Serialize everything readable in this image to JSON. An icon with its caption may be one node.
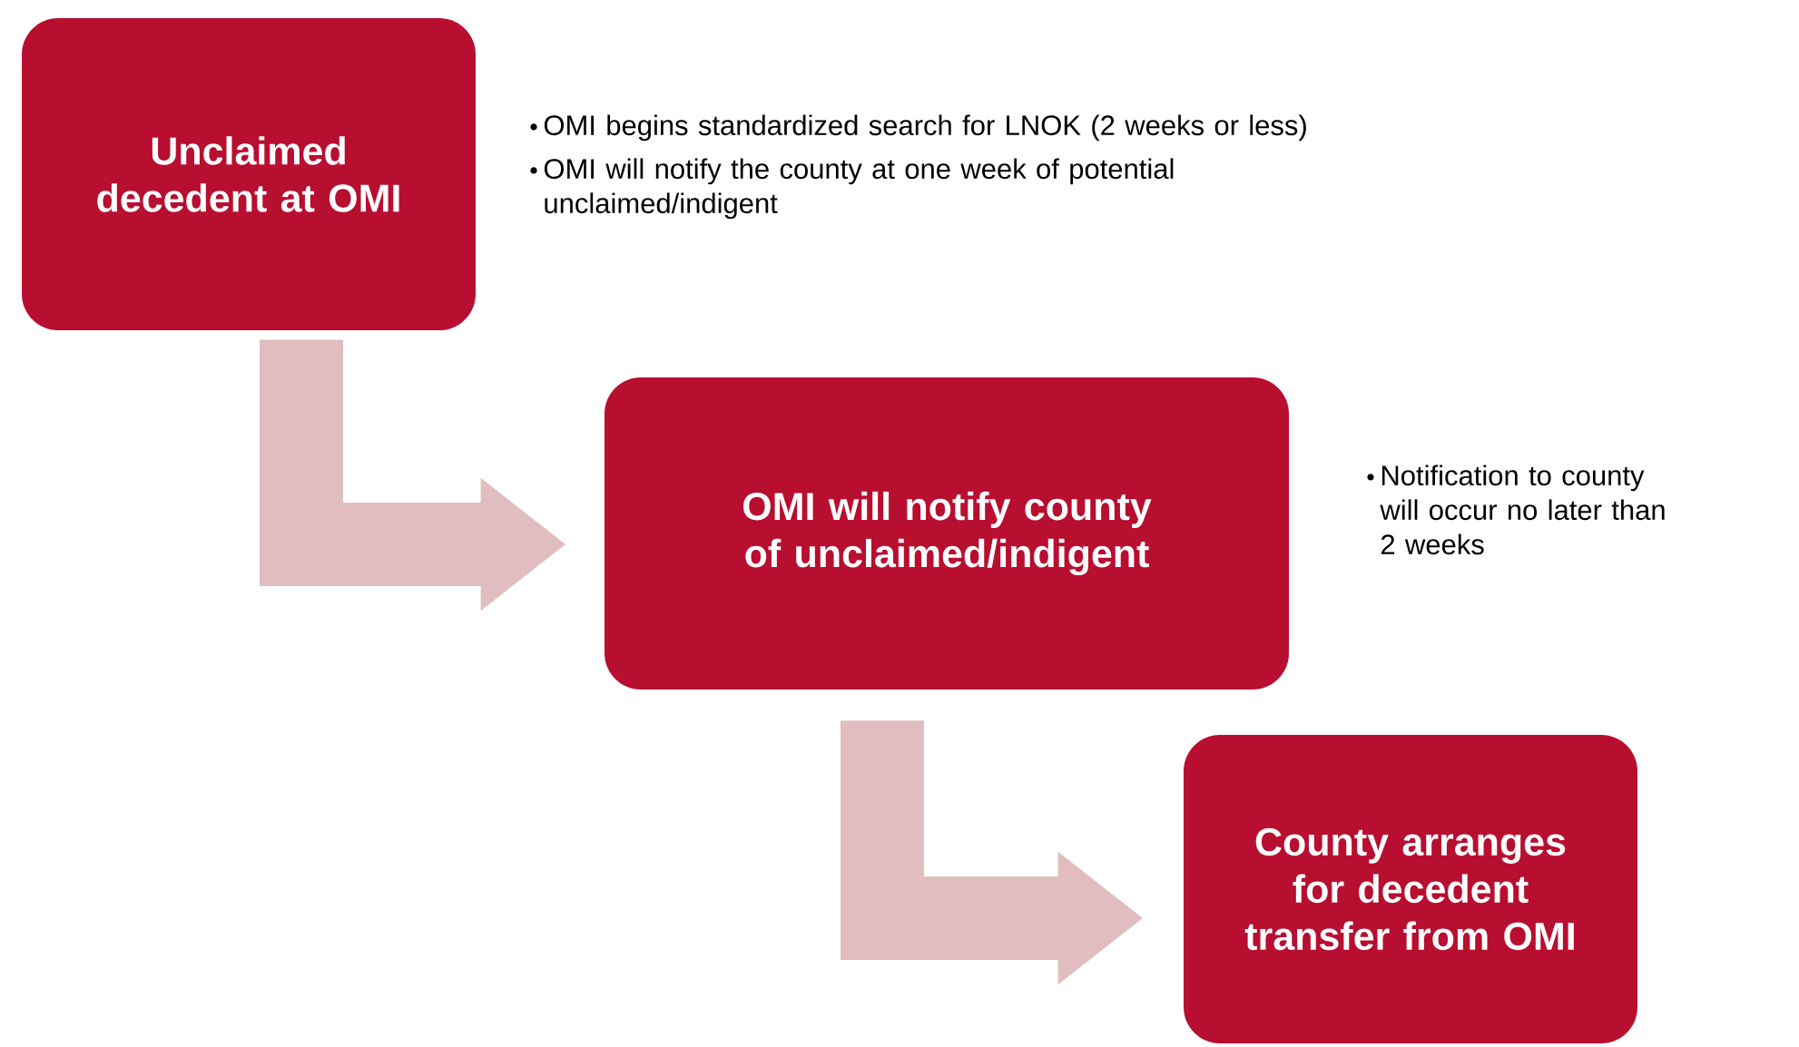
{
  "diagram": {
    "nodes": [
      {
        "text": [
          "Unclaimed decedent at OMI"
        ],
        "beside": [
          "OMI begins standardized search for LNOK (2 weeks or less)",
          "OMI will notify the county at one week of potential unclaimed/indigent"
        ]
      },
      {
        "text": [
          "OMI will notify county of unclaimed/indigent"
        ],
        "beside": [
          "Notification to county will occur no later than 2 weeks"
        ]
      },
      {
        "text": [
          "County arranges for decedent transfer from OMI"
        ]
      }
    ],
    "edges": [
      {
        "from": 0,
        "to": 1,
        "arrow": "to"
      },
      {
        "from": 1,
        "to": 2,
        "arrow": "to"
      }
    ]
  }
}
